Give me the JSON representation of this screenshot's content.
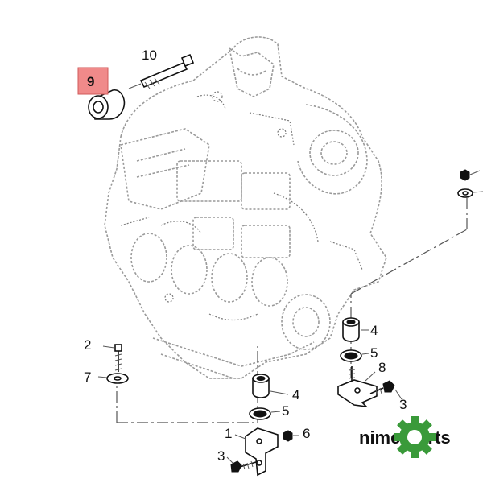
{
  "callouts": {
    "c1": "1",
    "c2": "2",
    "c3a": "3",
    "c3b": "3",
    "c4a": "4",
    "c4b": "4",
    "c5a": "5",
    "c5b": "5",
    "c6": "6",
    "c7": "7",
    "c8": "8",
    "c9": "9",
    "c10": "10"
  },
  "highlight_color": "#f08a8a",
  "brand": {
    "name": "nimerparts",
    "gear_color": "#3a9a3a"
  }
}
